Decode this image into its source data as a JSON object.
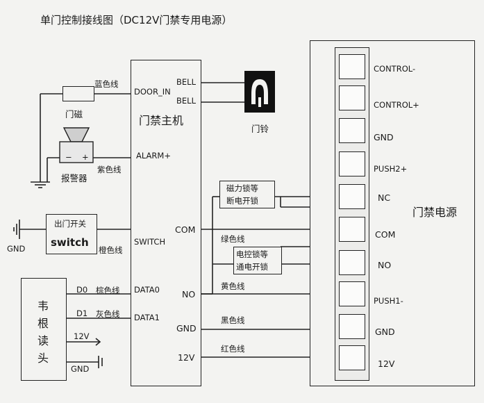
{
  "title": "单门控制接线图（DC12V门禁专用电源）",
  "controller": {
    "name": "门禁主机",
    "left_terms": [
      "DOOR_IN",
      "ALARM+",
      "SWITCH",
      "DATA0",
      "DATA1"
    ],
    "right_terms": [
      "BELL",
      "BELL",
      "COM",
      "NO",
      "GND",
      "12V"
    ]
  },
  "power_supply": {
    "name": "门禁电源",
    "terms": [
      "CONTROL-",
      "CONTROL+",
      "GND",
      "PUSH2+",
      "NC",
      "COM",
      "NO",
      "PUSH1-",
      "GND",
      "12V"
    ]
  },
  "components": {
    "door_sensor": "门磁",
    "alarm": "报警器",
    "bell": "门铃",
    "exit_switch_label": "出门开关",
    "exit_switch_text": "switch",
    "reader": "韦根读头",
    "mag_lock_1": "磁力锁等",
    "mag_lock_2": "断电开锁",
    "elec_lock_1": "电控锁等",
    "elec_lock_2": "通电开锁"
  },
  "wires": {
    "blue": "蓝色线",
    "purple": "紫色线",
    "orange": "橙色线",
    "brown": "棕色线",
    "gray": "灰色线",
    "green": "绿色线",
    "yellow": "黄色线",
    "black": "黑色线",
    "red": "红色线"
  },
  "reader_pins": {
    "d0": "D0",
    "d1": "D1",
    "v12": "12V",
    "gnd": "GND"
  },
  "gnd_label": "GND",
  "alarm_minus": "−",
  "alarm_plus": "+"
}
